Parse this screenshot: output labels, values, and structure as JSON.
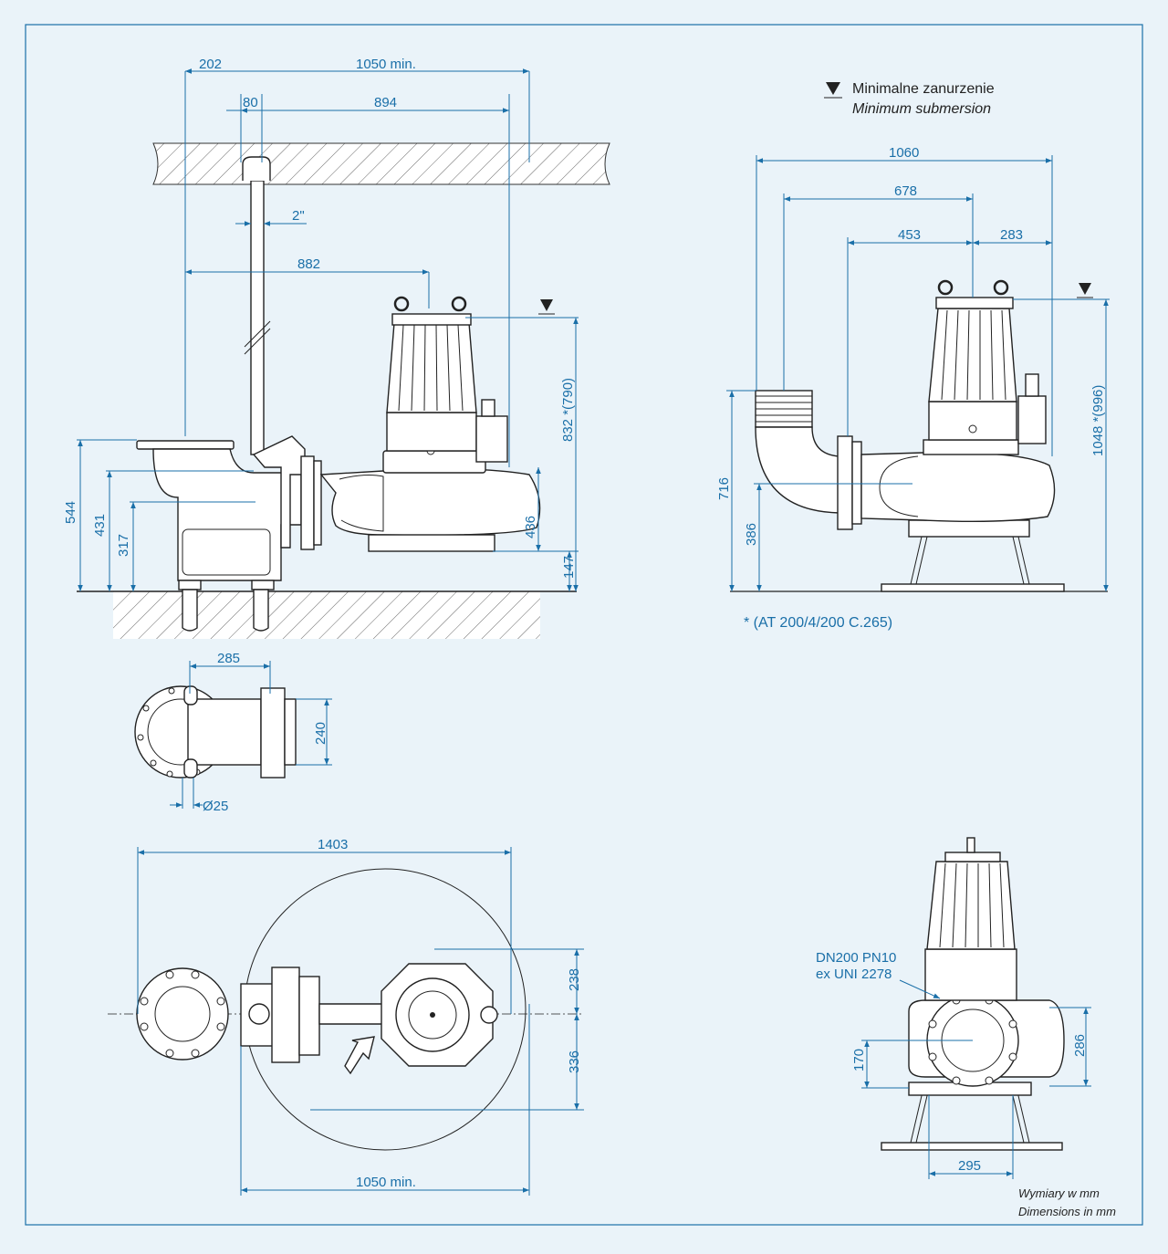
{
  "colors": {
    "background": "#eaf3f9",
    "frame": "#1a6fa8",
    "dimension": "#1a6fa8",
    "outline": "#222222"
  },
  "legend": {
    "submersion_pl": "Minimalne zanurzenie",
    "submersion_en": "Minimum submersion",
    "footnote": "* (AT 200/4/200 C.265)",
    "units_pl": "Wymiary w mm",
    "units_en": "Dimensions in mm"
  },
  "side_view": {
    "dims": {
      "d202": "202",
      "d1050min": "1050 min.",
      "d80": "80",
      "d894": "894",
      "d2in": "2\"",
      "d882": "882",
      "d832": "832 *(790)",
      "d544": "544",
      "d431": "431",
      "d317": "317",
      "d436": "436",
      "d147": "147"
    }
  },
  "front_view": {
    "dims": {
      "d1060": "1060",
      "d678": "678",
      "d453": "453",
      "d283": "283",
      "d1048": "1048 *(996)",
      "d716": "716",
      "d386": "386"
    }
  },
  "foot_view": {
    "dims": {
      "d285": "285",
      "d240": "240",
      "d25": "Ø25"
    }
  },
  "plan_view": {
    "dims": {
      "d1403": "1403",
      "d238": "238",
      "d336": "336",
      "d1050min": "1050 min."
    }
  },
  "flange_view": {
    "label_line1": "DN200 PN10",
    "label_line2": "ex UNI 2278",
    "dims": {
      "d170": "170",
      "d286": "286",
      "d295": "295"
    }
  }
}
